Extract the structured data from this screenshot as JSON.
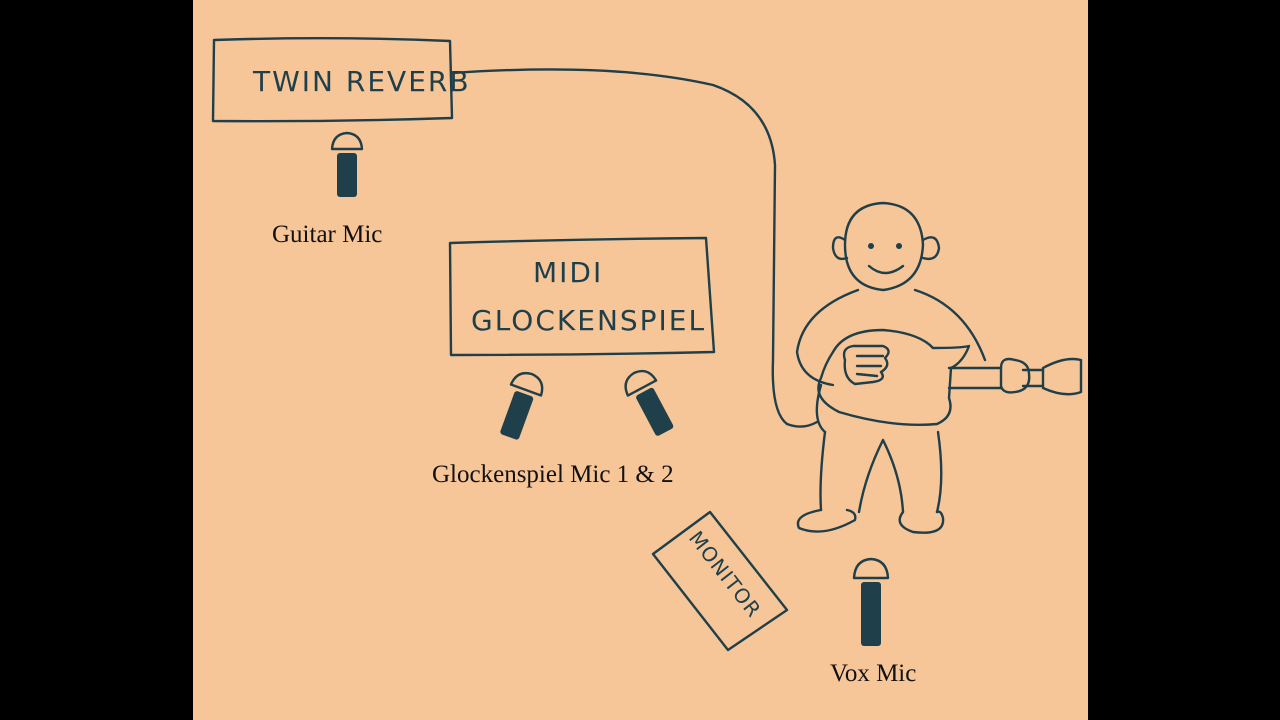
{
  "labels": {
    "amp": "TWIN REVERB",
    "glock_line1": "MIDI",
    "glock_line2": "GLOCKENSPIEL",
    "monitor": "MONITOR",
    "guitar_mic": "Guitar Mic",
    "glock_mics": "Glockenspiel Mic 1 & 2",
    "vox_mic": "Vox Mic"
  },
  "colors": {
    "paper": "#f6c598",
    "ink": "#1f3f4a",
    "caption_text": "#111111",
    "background": "#000000"
  }
}
